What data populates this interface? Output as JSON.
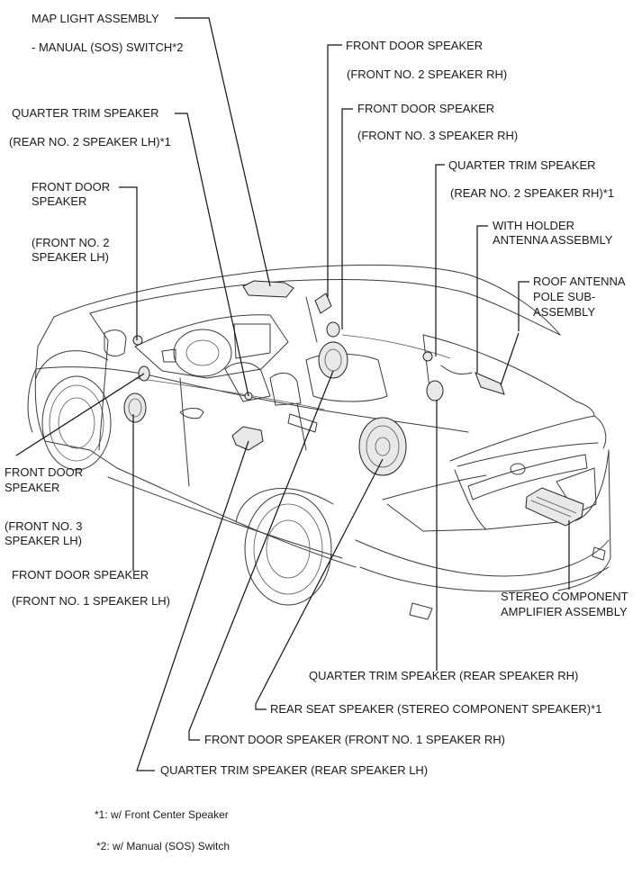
{
  "labels": {
    "map_light_1": "MAP LIGHT ASSEMBLY",
    "map_light_2": "- MANUAL (SOS) SWITCH*2",
    "qt_rear2_lh_1": "QUARTER TRIM SPEAKER",
    "qt_rear2_lh_2": "(REAR NO. 2 SPEAKER LH)*1",
    "fd_front2_lh_1": "FRONT DOOR",
    "fd_front2_lh_2": "SPEAKER",
    "fd_front2_lh_3": "(FRONT NO. 2",
    "fd_front2_lh_4": "SPEAKER LH)",
    "fd_front3_lh_1": "FRONT DOOR",
    "fd_front3_lh_2": "SPEAKER",
    "fd_front3_lh_3": "(FRONT NO. 3",
    "fd_front3_lh_4": "SPEAKER LH)",
    "fd_front1_lh_1": "FRONT DOOR SPEAKER",
    "fd_front1_lh_2": "(FRONT NO. 1 SPEAKER LH)",
    "fd_front2_rh_1": "FRONT DOOR SPEAKER",
    "fd_front2_rh_2": "(FRONT NO. 2 SPEAKER RH)",
    "fd_front3_rh_1": "FRONT DOOR SPEAKER",
    "fd_front3_rh_2": "(FRONT NO. 3 SPEAKER RH)",
    "qt_rear2_rh_1": "QUARTER TRIM SPEAKER",
    "qt_rear2_rh_2": "(REAR NO. 2 SPEAKER RH)*1",
    "holder_ant_1": "WITH HOLDER",
    "holder_ant_2": "ANTENNA ASSEBMLY",
    "roof_ant_1": "ROOF ANTENNA",
    "roof_ant_2": "POLE SUB-",
    "roof_ant_3": "ASSEMBLY",
    "amp_1": "STEREO COMPONENT",
    "amp_2": "AMPLIFIER ASSEMBLY",
    "qt_rear_rh": "QUARTER TRIM SPEAKER  (REAR SPEAKER RH)",
    "rear_seat": "REAR SEAT SPEAKER  (STEREO COMPONENT SPEAKER)*1",
    "fd_front1_rh": "FRONT DOOR SPEAKER  (FRONT NO. 1 SPEAKER RH)",
    "qt_rear_lh": "QUARTER TRIM SPEAKER  (REAR SPEAKER LH)"
  },
  "notes": {
    "note1": "*1: w/ Front Center Speaker",
    "note2": "*2: w/ Manual (SOS) Switch"
  },
  "colors": {
    "line": "#111111",
    "car": "#3a3a3a",
    "background": "#ffffff"
  }
}
